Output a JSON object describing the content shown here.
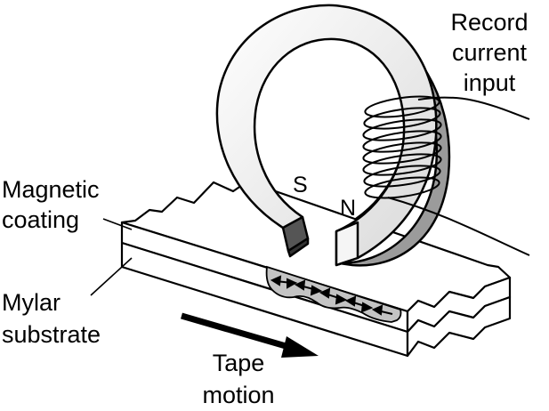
{
  "labels": {
    "record_line1": "Record",
    "record_line2": "current",
    "record_line3": "input",
    "pole_s": "S",
    "pole_n": "N",
    "magnetic_line1": "Magnetic",
    "magnetic_line2": "coating",
    "mylar_line1": "Mylar",
    "mylar_line2": "substrate",
    "tape_line1": "Tape",
    "tape_line2": "motion"
  },
  "colors": {
    "ink": "#000000",
    "ring_face": "#f2f2f2",
    "ring_inner": "#6e6e6e",
    "tape_face": "#ffffff",
    "domain_shade": "#bdbdbd"
  }
}
